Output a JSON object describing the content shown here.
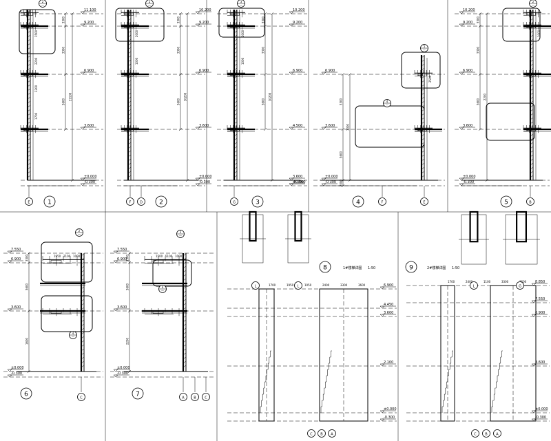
{
  "drawing": {
    "line_color": "#000000",
    "background": "#ffffff"
  },
  "panels": [
    {
      "id": "p1",
      "number": "1",
      "axes": [
        "E"
      ],
      "levels": [
        "11.100",
        "9.200",
        "6.900",
        "3.600",
        "±0.000",
        "-0.300"
      ],
      "dimensions": [
        "3300",
        "3300",
        "3600",
        "11100",
        "1500",
        "2200",
        "1200",
        "1700"
      ],
      "detail_callouts": [
        "2"
      ]
    },
    {
      "id": "p2",
      "number": "2",
      "axes": [
        "F",
        "D"
      ],
      "levels": [
        "10.200",
        "9.200",
        "6.900",
        "3.600",
        "±0.000",
        "-0.300"
      ],
      "dimensions": [
        "3300",
        "3300",
        "3600",
        "10200",
        "2000",
        "1000"
      ],
      "detail_callouts": [
        "2"
      ]
    },
    {
      "id": "p3",
      "number": "3",
      "axes": [
        "G"
      ],
      "levels": [
        "10.200",
        "9.200",
        "6.900",
        "4.500",
        "3.600",
        "±0.000",
        "-0.300"
      ],
      "dimensions": [
        "3300",
        "3300",
        "3600",
        "10200",
        "2000",
        "1000"
      ],
      "detail_callouts": [
        "3"
      ]
    },
    {
      "id": "p4",
      "number": "4",
      "axes": [
        "F",
        "E"
      ],
      "levels": [
        "6.900",
        "3.600",
        "±0.000",
        "-0.300"
      ],
      "dimensions": [
        "3300",
        "3600",
        "2000",
        "1000",
        "2500"
      ],
      "detail_callouts": [
        "5",
        "4"
      ]
    },
    {
      "id": "p5",
      "number": "5",
      "axes": [
        "B"
      ],
      "levels": [
        "10.200",
        "9.200",
        "6.900",
        "3.600",
        "±0.000",
        "-0.300"
      ],
      "dimensions": [
        "3300",
        "3300",
        "3600",
        "2200",
        "1000"
      ],
      "detail_callouts": [
        "2"
      ]
    },
    {
      "id": "p6",
      "number": "6",
      "axes": [
        "C"
      ],
      "levels": [
        "7.550",
        "6.900",
        "3.600",
        "±0.000",
        "-0.300"
      ],
      "dimensions": [
        "3300",
        "3600",
        "1600",
        "1950",
        "2100",
        "1000"
      ],
      "detail_callouts": [
        "2",
        "4"
      ]
    },
    {
      "id": "p7",
      "number": "7",
      "axes": [
        "A",
        "B",
        "C"
      ],
      "levels": [
        "7.550",
        "6.900",
        "3.600",
        "±0.000",
        "-0.300"
      ],
      "dimensions": [
        "3300",
        "3600",
        "2200",
        "1500",
        "5100",
        "1000"
      ],
      "detail_callouts": [
        "2",
        "4"
      ]
    },
    {
      "id": "p8",
      "number": "8",
      "title": "1#楼梯详图",
      "scale": "1:50",
      "axes": [
        "C",
        "B",
        "A",
        "L",
        "L"
      ],
      "levels": [
        "6.900",
        "4.450",
        "3.600",
        "2.100",
        "±0.000",
        "-0.300"
      ],
      "dimensions": [
        "1700",
        "1950",
        "1050",
        "2400",
        "3300",
        "3600"
      ]
    },
    {
      "id": "p9",
      "number": "9",
      "title": "2#楼梯详图",
      "scale": "1:50",
      "axes": [
        "C",
        "B",
        "A",
        "L",
        "G"
      ],
      "levels": [
        "8.850",
        "7.550",
        "6.900",
        "3.600",
        "±0.000",
        "-0.300"
      ],
      "dimensions": [
        "1700",
        "2400",
        "1100",
        "3300",
        "3600"
      ]
    }
  ]
}
